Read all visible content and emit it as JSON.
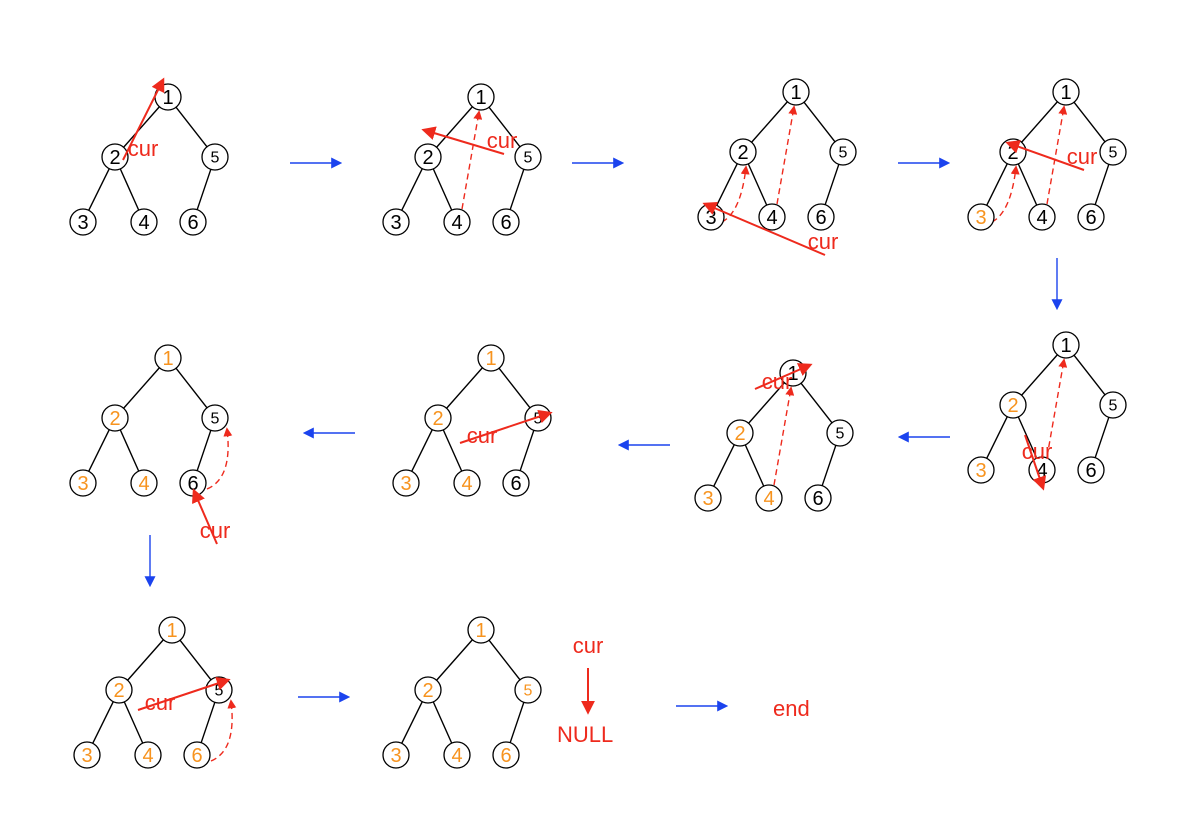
{
  "colors": {
    "visited": "#f7931e",
    "unvisited": "#000000",
    "pointer": "#ee2a1d",
    "flow": "#1b43ee"
  },
  "pointer_label": "cur",
  "null_label": "NULL",
  "end_label": "end",
  "steps": [
    {
      "id": "s1",
      "nodes": {
        "1": "unvisited",
        "2": "unvisited",
        "3": "unvisited",
        "4": "unvisited",
        "5": "unvisited",
        "6": "unvisited"
      },
      "threads": [],
      "cur": "1",
      "bold": true
    },
    {
      "id": "s2",
      "nodes": {
        "1": "unvisited",
        "2": "unvisited",
        "3": "unvisited",
        "4": "unvisited",
        "5": "unvisited",
        "6": "unvisited"
      },
      "threads": [
        [
          "4",
          "1"
        ]
      ],
      "cur": "2"
    },
    {
      "id": "s3",
      "nodes": {
        "1": "unvisited",
        "2": "unvisited",
        "3": "unvisited",
        "4": "unvisited",
        "5": "unvisited",
        "6": "unvisited"
      },
      "threads": [
        [
          "3",
          "2"
        ],
        [
          "4",
          "1"
        ]
      ],
      "cur": "3"
    },
    {
      "id": "s4",
      "nodes": {
        "1": "unvisited",
        "2": "unvisited",
        "3": "visited",
        "4": "unvisited",
        "5": "unvisited",
        "6": "unvisited"
      },
      "threads": [
        [
          "3",
          "2"
        ],
        [
          "4",
          "1"
        ]
      ],
      "cur": "2"
    },
    {
      "id": "s5",
      "nodes": {
        "1": "unvisited",
        "2": "visited",
        "3": "visited",
        "4": "unvisited",
        "5": "unvisited",
        "6": "unvisited"
      },
      "threads": [
        [
          "4",
          "1"
        ]
      ],
      "cur": "4"
    },
    {
      "id": "s6",
      "nodes": {
        "1": "unvisited",
        "2": "visited",
        "3": "visited",
        "4": "visited",
        "5": "unvisited",
        "6": "unvisited"
      },
      "threads": [
        [
          "4",
          "1"
        ]
      ],
      "cur": "1"
    },
    {
      "id": "s7",
      "nodes": {
        "1": "visited",
        "2": "visited",
        "3": "visited",
        "4": "visited",
        "5": "unvisited",
        "6": "unvisited"
      },
      "threads": [],
      "cur": "5"
    },
    {
      "id": "s8",
      "nodes": {
        "1": "visited",
        "2": "visited",
        "3": "visited",
        "4": "visited",
        "5": "unvisited",
        "6": "unvisited"
      },
      "threads": [
        [
          "6",
          "5"
        ]
      ],
      "cur": "6"
    },
    {
      "id": "s9",
      "nodes": {
        "1": "visited",
        "2": "visited",
        "3": "visited",
        "4": "visited",
        "5": "unvisited",
        "6": "visited"
      },
      "threads": [
        [
          "6",
          "5"
        ]
      ],
      "cur": "5"
    },
    {
      "id": "s10",
      "nodes": {
        "1": "visited",
        "2": "visited",
        "3": "visited",
        "4": "visited",
        "5": "visited",
        "6": "visited"
      },
      "threads": [],
      "cur": "null"
    }
  ]
}
